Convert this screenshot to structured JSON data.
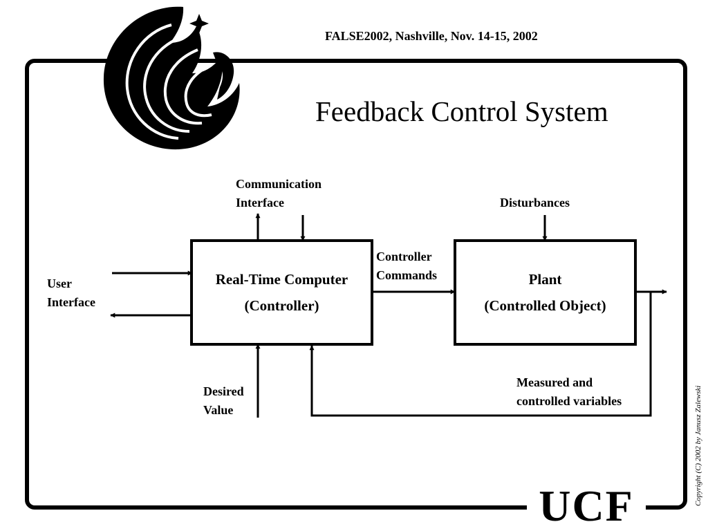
{
  "header": {
    "conference": "FALSE2002, Nashville,  Nov. 14-15, 2002"
  },
  "slide": {
    "title": "Feedback Control System"
  },
  "diagram": {
    "controller": {
      "line1": "Real-Time Computer",
      "line2": "(Controller)"
    },
    "plant": {
      "line1": "Plant",
      "line2": "(Controlled Object)"
    },
    "labels": {
      "communication": [
        "Communication",
        "Interface"
      ],
      "user": [
        "User",
        "Interface"
      ],
      "commands": [
        "Controller",
        "Commands"
      ],
      "disturbances": "Disturbances",
      "desired": [
        "Desired",
        "Value"
      ],
      "measured": [
        "Measured and",
        "controlled variables"
      ]
    }
  },
  "footer": {
    "logo_text": "UCF",
    "copyright": "Copyright (C) 2002 by Janusz Zalewski"
  },
  "colors": {
    "ink": "#000000",
    "background": "#ffffff"
  },
  "icons": {
    "logo": "pegasus-logo-icon"
  }
}
